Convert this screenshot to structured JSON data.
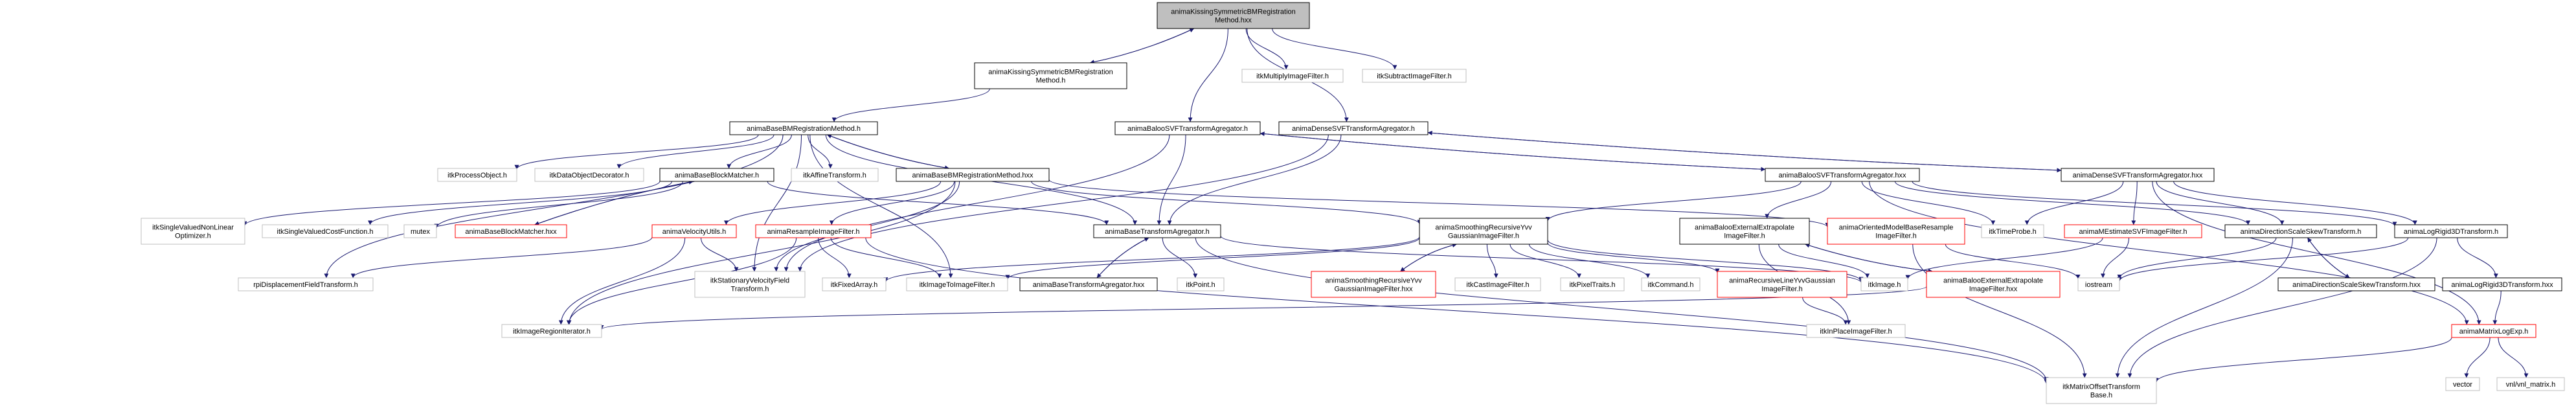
{
  "colors": {
    "edge": "#191970",
    "focus_fill": "#bfbfbf",
    "node_fill": "#ffffff",
    "documented_border": "#000000",
    "undocumented_border": "#bfbfbf",
    "missing_border": "#ff0000"
  },
  "nodes": [
    {
      "id": "root",
      "lines": [
        "animaKissingSymmetricBMRegistration",
        "Method.hxx"
      ],
      "kind": "focus"
    },
    {
      "id": "ksm_h",
      "lines": [
        "animaKissingSymmetricBMRegistration",
        "Method.h"
      ],
      "kind": "doc"
    },
    {
      "id": "itk_mul",
      "lines": [
        "itkMultiplyImageFilter.h"
      ],
      "kind": "undoc"
    },
    {
      "id": "itk_sub",
      "lines": [
        "itkSubtractImageFilter.h"
      ],
      "kind": "undoc"
    },
    {
      "id": "bbmrm_h",
      "lines": [
        "animaBaseBMRegistrationMethod.h"
      ],
      "kind": "doc"
    },
    {
      "id": "baloo_h",
      "lines": [
        "animaBalooSVFTransformAgregator.h"
      ],
      "kind": "doc"
    },
    {
      "id": "dense_h",
      "lines": [
        "animaDenseSVFTransformAgregator.h"
      ],
      "kind": "doc"
    },
    {
      "id": "itk_proc",
      "lines": [
        "itkProcessObject.h"
      ],
      "kind": "undoc"
    },
    {
      "id": "itk_dod",
      "lines": [
        "itkDataObjectDecorator.h"
      ],
      "kind": "undoc"
    },
    {
      "id": "bbm_h",
      "lines": [
        "animaBaseBlockMatcher.h"
      ],
      "kind": "doc"
    },
    {
      "id": "itk_aff",
      "lines": [
        "itkAffineTransform.h"
      ],
      "kind": "undoc"
    },
    {
      "id": "bbmrm_hxx",
      "lines": [
        "animaBaseBMRegistrationMethod.hxx"
      ],
      "kind": "doc"
    },
    {
      "id": "baloo_hxx",
      "lines": [
        "animaBalooSVFTransformAgregator.hxx"
      ],
      "kind": "doc"
    },
    {
      "id": "dense_hxx",
      "lines": [
        "animaDenseSVFTransformAgregator.hxx"
      ],
      "kind": "doc"
    },
    {
      "id": "itk_svnlo",
      "lines": [
        "itkSingleValuedNonLinear",
        "Optimizer.h"
      ],
      "kind": "undoc"
    },
    {
      "id": "itk_svcf",
      "lines": [
        "itkSingleValuedCostFunction.h"
      ],
      "kind": "undoc"
    },
    {
      "id": "mutex",
      "lines": [
        "mutex"
      ],
      "kind": "undoc"
    },
    {
      "id": "bbm_hxx",
      "lines": [
        "animaBaseBlockMatcher.hxx"
      ],
      "kind": "missing"
    },
    {
      "id": "vel",
      "lines": [
        "animaVelocityUtils.h"
      ],
      "kind": "missing"
    },
    {
      "id": "resample",
      "lines": [
        "animaResampleImageFilter.h"
      ],
      "kind": "missing"
    },
    {
      "id": "bta_h",
      "lines": [
        "animaBaseTransformAgregator.h"
      ],
      "kind": "doc"
    },
    {
      "id": "smooth_h",
      "lines": [
        "animaSmoothingRecursiveYvv",
        "GaussianImageFilter.h"
      ],
      "kind": "doc"
    },
    {
      "id": "bext_h",
      "lines": [
        "animaBalooExternalExtrapolate",
        "ImageFilter.h"
      ],
      "kind": "doc"
    },
    {
      "id": "ombr",
      "lines": [
        "animaOrientedModelBaseResample",
        "ImageFilter.h"
      ],
      "kind": "missing"
    },
    {
      "id": "itk_tp",
      "lines": [
        "itkTimeProbe.h"
      ],
      "kind": "undoc"
    },
    {
      "id": "mest",
      "lines": [
        "animaMEstimateSVFImageFilter.h"
      ],
      "kind": "missing"
    },
    {
      "id": "dsst_h",
      "lines": [
        "animaDirectionScaleSkewTransform.h"
      ],
      "kind": "doc"
    },
    {
      "id": "lr3d_h",
      "lines": [
        "animaLogRigid3DTransform.h"
      ],
      "kind": "doc"
    },
    {
      "id": "rpi",
      "lines": [
        "rpiDisplacementFieldTransform.h"
      ],
      "kind": "undoc"
    },
    {
      "id": "svft",
      "lines": [
        "itkStationaryVelocityField",
        "Transform.h"
      ],
      "kind": "undoc"
    },
    {
      "id": "itk_fa",
      "lines": [
        "itkFixedArray.h"
      ],
      "kind": "undoc"
    },
    {
      "id": "itk_iti",
      "lines": [
        "itkImageToImageFilter.h"
      ],
      "kind": "undoc"
    },
    {
      "id": "bta_hxx",
      "lines": [
        "animaBaseTransformAgregator.hxx"
      ],
      "kind": "doc"
    },
    {
      "id": "smooth_hxx",
      "lines": [
        "animaSmoothingRecursiveYvv",
        "GaussianImageFilter.hxx"
      ],
      "kind": "missing"
    },
    {
      "id": "itk_cast",
      "lines": [
        "itkCastImageFilter.h"
      ],
      "kind": "undoc"
    },
    {
      "id": "itk_pt",
      "lines": [
        "itkPixelTraits.h"
      ],
      "kind": "undoc"
    },
    {
      "id": "itk_cmd",
      "lines": [
        "itkCommand.h"
      ],
      "kind": "undoc"
    },
    {
      "id": "rlyvv",
      "lines": [
        "animaRecursiveLineYvvGaussian",
        "ImageFilter.h"
      ],
      "kind": "missing"
    },
    {
      "id": "itk_img",
      "lines": [
        "itkImage.h"
      ],
      "kind": "undoc"
    },
    {
      "id": "bext_hxx",
      "lines": [
        "animaBalooExternalExtrapolate",
        "ImageFilter.hxx"
      ],
      "kind": "missing"
    },
    {
      "id": "iostream",
      "lines": [
        "iostream"
      ],
      "kind": "undoc"
    },
    {
      "id": "dsst_hxx",
      "lines": [
        "animaDirectionScaleSkewTransform.hxx"
      ],
      "kind": "doc"
    },
    {
      "id": "lr3d_hxx",
      "lines": [
        "animaLogRigid3DTransform.hxx"
      ],
      "kind": "doc"
    },
    {
      "id": "itk_pt2",
      "lines": [
        "itkPoint.h"
      ],
      "kind": "undoc"
    },
    {
      "id": "itk_iri",
      "lines": [
        "itkImageRegionIterator.h"
      ],
      "kind": "undoc"
    },
    {
      "id": "itk_ipi",
      "lines": [
        "itkInPlaceImageFilter.h"
      ],
      "kind": "undoc"
    },
    {
      "id": "mle",
      "lines": [
        "animaMatrixLogExp.h"
      ],
      "kind": "missing"
    },
    {
      "id": "itk_mot",
      "lines": [
        "itkMatrixOffsetTransform",
        "Base.h"
      ],
      "kind": "undoc"
    },
    {
      "id": "vector",
      "lines": [
        "vector"
      ],
      "kind": "undoc"
    },
    {
      "id": "vnl",
      "lines": [
        "vnl/vnl_matrix.h"
      ],
      "kind": "undoc"
    }
  ],
  "edges": [
    [
      "root",
      "ksm_h"
    ],
    [
      "ksm_h",
      "root"
    ],
    [
      "root",
      "itk_mul"
    ],
    [
      "root",
      "itk_sub"
    ],
    [
      "root",
      "baloo_h"
    ],
    [
      "root",
      "dense_h"
    ],
    [
      "ksm_h",
      "bbmrm_h"
    ],
    [
      "bbmrm_h",
      "itk_proc"
    ],
    [
      "bbmrm_h",
      "itk_dod"
    ],
    [
      "bbmrm_h",
      "bbm_h"
    ],
    [
      "bbmrm_h",
      "itk_aff"
    ],
    [
      "bbmrm_h",
      "bbmrm_hxx"
    ],
    [
      "bbmrm_hxx",
      "bbmrm_h"
    ],
    [
      "bbmrm_h",
      "bta_h"
    ],
    [
      "bbmrm_h",
      "rpi"
    ],
    [
      "bbmrm_h",
      "svft"
    ],
    [
      "bbmrm_h",
      "itk_iti"
    ],
    [
      "bbm_h",
      "itk_svnlo"
    ],
    [
      "bbm_h",
      "itk_svcf"
    ],
    [
      "bbm_h",
      "mutex"
    ],
    [
      "bbm_h",
      "bbm_hxx"
    ],
    [
      "bbm_hxx",
      "bbm_h"
    ],
    [
      "bbm_h",
      "bta_h"
    ],
    [
      "bbmrm_hxx",
      "vel"
    ],
    [
      "bbmrm_hxx",
      "resample"
    ],
    [
      "bbmrm_hxx",
      "smooth_h"
    ],
    [
      "bbmrm_hxx",
      "ombr"
    ],
    [
      "bbmrm_hxx",
      "itk_iri"
    ],
    [
      "bbmrm_hxx",
      "svft"
    ],
    [
      "vel",
      "svft"
    ],
    [
      "vel",
      "itk_iri"
    ],
    [
      "vel",
      "rpi"
    ],
    [
      "resample",
      "itk_fa"
    ],
    [
      "resample",
      "itk_iti"
    ],
    [
      "resample",
      "itk_mot"
    ],
    [
      "resample",
      "itk_iri"
    ],
    [
      "baloo_h",
      "bta_h"
    ],
    [
      "baloo_h",
      "baloo_hxx"
    ],
    [
      "baloo_hxx",
      "baloo_h"
    ],
    [
      "baloo_h",
      "svft"
    ],
    [
      "dense_h",
      "bta_h"
    ],
    [
      "dense_h",
      "dense_hxx"
    ],
    [
      "dense_hxx",
      "dense_h"
    ],
    [
      "dense_h",
      "svft"
    ],
    [
      "baloo_hxx",
      "smooth_h"
    ],
    [
      "baloo_hxx",
      "bext_h"
    ],
    [
      "baloo_hxx",
      "itk_tp"
    ],
    [
      "baloo_hxx",
      "dsst_h"
    ],
    [
      "baloo_hxx",
      "lr3d_h"
    ],
    [
      "baloo_hxx",
      "mle"
    ],
    [
      "dense_hxx",
      "itk_tp"
    ],
    [
      "dense_hxx",
      "mest"
    ],
    [
      "dense_hxx",
      "dsst_h"
    ],
    [
      "dense_hxx",
      "lr3d_h"
    ],
    [
      "dense_hxx",
      "mle"
    ],
    [
      "bta_h",
      "itk_img"
    ],
    [
      "bta_h",
      "itk_pt2"
    ],
    [
      "bta_h",
      "bta_hxx"
    ],
    [
      "bta_hxx",
      "bta_h"
    ],
    [
      "bta_h",
      "itk_mot"
    ],
    [
      "smooth_h",
      "itk_iti"
    ],
    [
      "smooth_h",
      "itk_fa"
    ],
    [
      "smooth_h",
      "smooth_hxx"
    ],
    [
      "smooth_hxx",
      "smooth_h"
    ],
    [
      "smooth_h",
      "itk_cast"
    ],
    [
      "smooth_h",
      "itk_pt"
    ],
    [
      "smooth_h",
      "itk_cmd"
    ],
    [
      "smooth_h",
      "rlyvv"
    ],
    [
      "smooth_h",
      "itk_img"
    ],
    [
      "rlyvv",
      "itk_ipi"
    ],
    [
      "bext_h",
      "itk_img"
    ],
    [
      "bext_h",
      "bext_hxx"
    ],
    [
      "bext_hxx",
      "bext_h"
    ],
    [
      "bext_h",
      "itk_ipi"
    ],
    [
      "bext_hxx",
      "itk_iri"
    ],
    [
      "ombr",
      "iostream"
    ],
    [
      "ombr",
      "itk_mot"
    ],
    [
      "mest",
      "itk_img"
    ],
    [
      "mest",
      "iostream"
    ],
    [
      "dsst_h",
      "iostream"
    ],
    [
      "dsst_h",
      "dsst_hxx"
    ],
    [
      "dsst_hxx",
      "dsst_h"
    ],
    [
      "dsst_h",
      "itk_mot"
    ],
    [
      "lr3d_h",
      "iostream"
    ],
    [
      "lr3d_h",
      "lr3d_hxx"
    ],
    [
      "lr3d_h",
      "itk_mot"
    ],
    [
      "lr3d_hxx",
      "mle"
    ],
    [
      "mle",
      "itk_mot"
    ],
    [
      "mle",
      "vector"
    ],
    [
      "mle",
      "vnl"
    ]
  ]
}
